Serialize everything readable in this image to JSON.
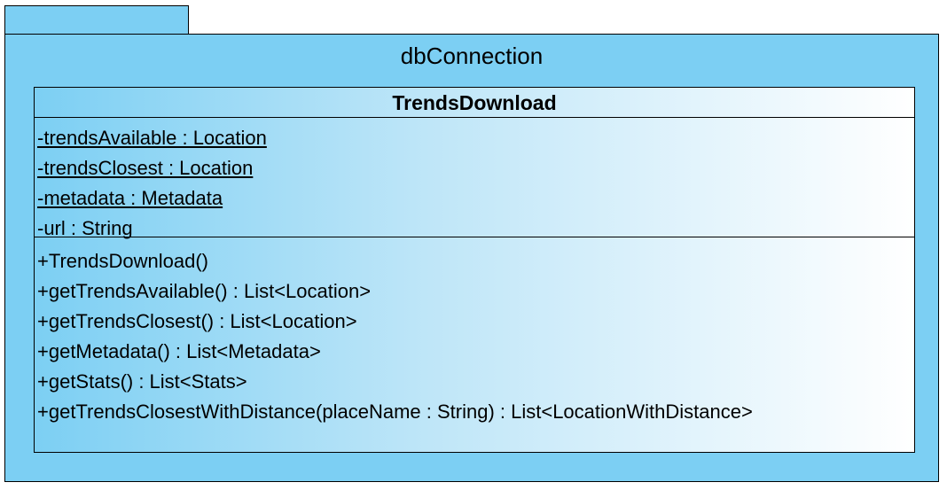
{
  "package": {
    "name": "dbConnection"
  },
  "class": {
    "name": "TrendsDownload",
    "attributes": [
      "-trendsAvailable : Location",
      "-trendsClosest : Location",
      "-metadata : Metadata",
      "-url : String"
    ],
    "operations": [
      "+TrendsDownload()",
      "+getTrendsAvailable() : List<Location>",
      "+getTrendsClosest() : List<Location>",
      "+getMetadata() : List<Metadata>",
      "+getStats() : List<Stats>",
      "+getTrendsClosestWithDistance(placeName : String) : List<LocationWithDistance>"
    ]
  },
  "colors": {
    "package_fill": "#7ccff3",
    "class_gradient_start": "#7ccff3",
    "class_gradient_end": "#ffffff",
    "border": "#000000"
  }
}
